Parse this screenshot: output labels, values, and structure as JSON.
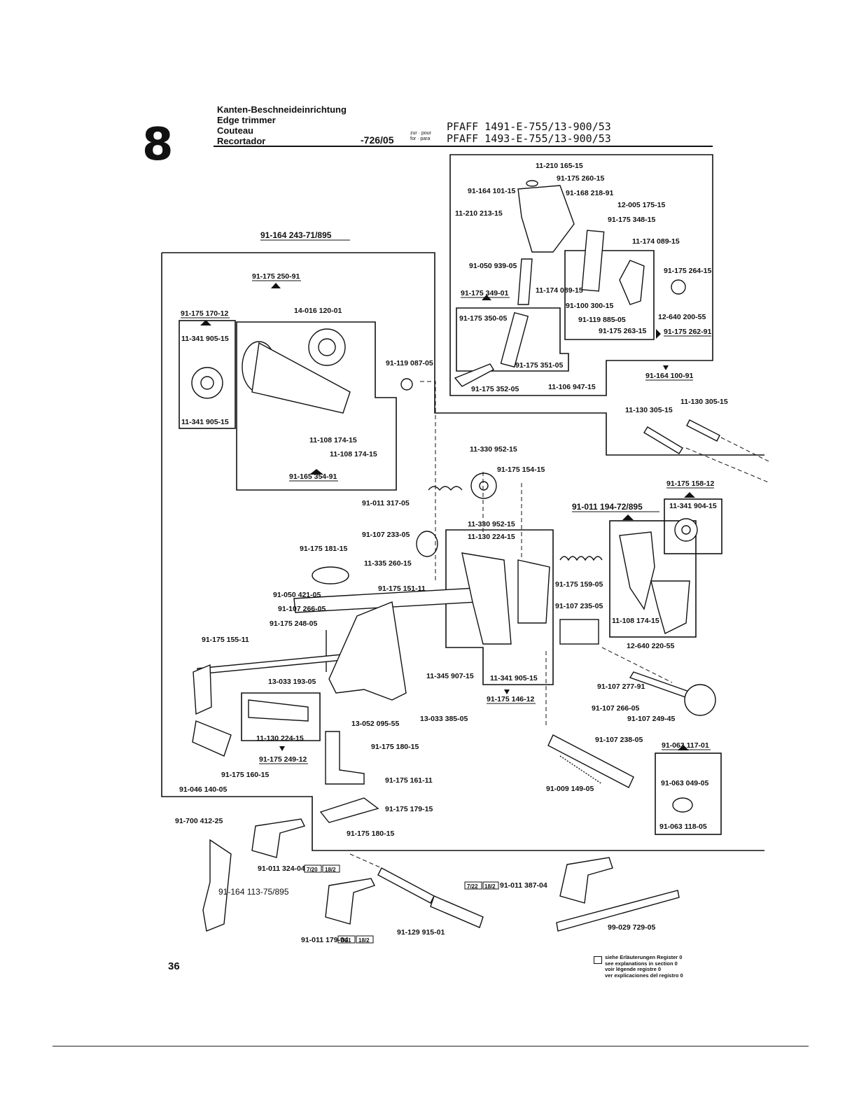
{
  "header": {
    "section_number": "8",
    "titles": [
      "Kanten-Beschneideinrichtung",
      "Edge trimmer",
      "Couteau",
      "Recortador"
    ],
    "variant": "-726/05",
    "for_label": "zur · pour\nfor · para",
    "models": [
      "PFAFF 1491-E-755/13-900/53",
      "PFAFF 1493-E-755/13-900/53"
    ]
  },
  "assemblies": [
    "91-164 243-71/895",
    "91-175 250-91",
    "91-175 170-12",
    "91-165 354-91",
    "91-175 349-01",
    "91-164 100-91",
    "91-175 262-91",
    "91-175 158-12",
    "91-011 194-72/895",
    "91-175 146-12",
    "91-175 249-12",
    "91-063 117-01"
  ],
  "parts": [
    "11-210 165-15",
    "91-175 260-15",
    "91-164 101-15",
    "91-168 218-91",
    "12-005 175-15",
    "11-210 213-15",
    "91-175 348-15",
    "11-174 089-15",
    "91-050 939-05",
    "91-175 264-15",
    "11-174 089-15",
    "91-100 300-15",
    "12-640 200-55",
    "91-119 885-05",
    "91-175 263-15",
    "91-175 350-05",
    "91-175 351-05",
    "91-175 352-05",
    "11-106 947-15",
    "11-130 305-15",
    "11-130 305-15",
    "14-016 120-01",
    "11-341 905-15",
    "11-341 905-15",
    "91-119 087-05",
    "11-108 174-15",
    "11-108 174-15",
    "11-330 952-15",
    "91-175 154-15",
    "91-011 317-05",
    "91-107 233-05",
    "11-330 952-15",
    "11-130 224-15",
    "11-335 260-15",
    "91-175 181-15",
    "91-175 151-11",
    "91-050 421-05",
    "91-107 266-05",
    "91-175 248-05",
    "91-175 155-11",
    "13-033 193-05",
    "11-345 907-15",
    "11-341 905-15",
    "13-052 095-55",
    "13-033 385-05",
    "11-130 224-15",
    "91-175 160-15",
    "91-046 140-05",
    "91-175 180-15",
    "91-175 161-11",
    "91-175 179-15",
    "91-175 180-15",
    "11-341 904-15",
    "91-175 159-05",
    "91-107 235-05",
    "11-108 174-15",
    "12-640 220-55",
    "91-107 277-91",
    "91-107 266-05",
    "91-107 249-45",
    "91-107 238-05",
    "91-009 149-05",
    "91-063 049-05",
    "91-063 118-05",
    "91-700 412-25",
    "91-011 324-04",
    "91-164 113-75/895",
    "91-011 179-04",
    "91-129 915-01",
    "91-011 387-04",
    "99-029 729-05"
  ],
  "section_refs": [
    "7/20",
    "18/2",
    "7/21",
    "18/2",
    "7/22",
    "18/2"
  ],
  "page_number": "36",
  "legend": [
    "siehe Erläuterungen Register 0",
    "see explanations in section 0",
    "voir légende registre 0",
    "ver explicaciones del registro 0"
  ]
}
